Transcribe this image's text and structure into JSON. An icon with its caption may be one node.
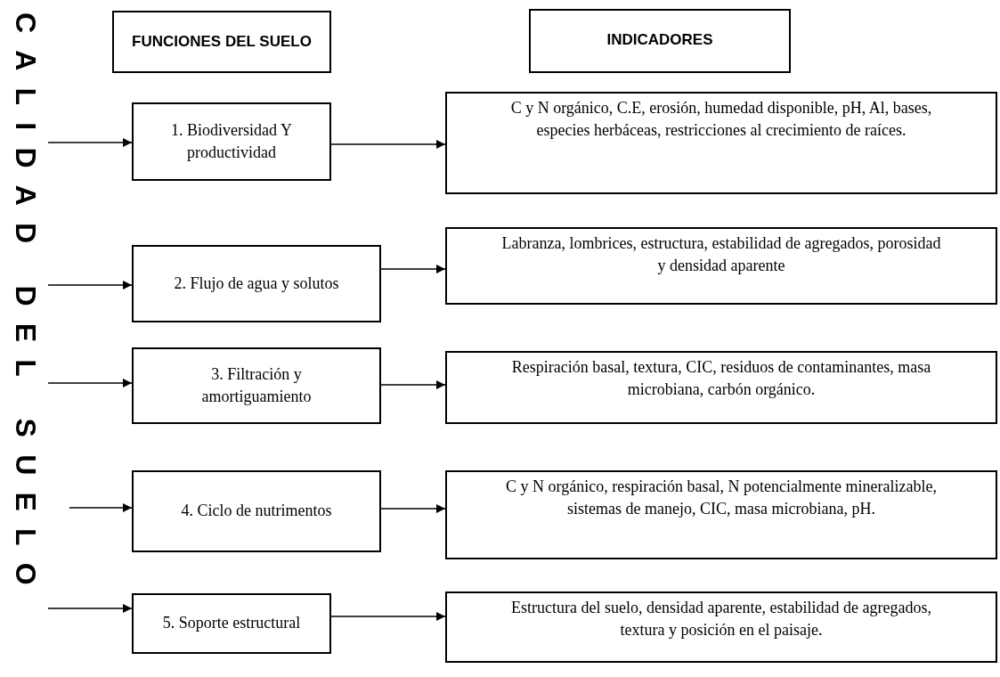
{
  "diagram": {
    "nodes": [
      {
        "text": [
          "CALIDAD DEL SUELO"
        ]
      },
      {
        "text": [
          "FUNCIONES DEL SUELO"
        ]
      },
      {
        "text": [
          "INDICADORES"
        ]
      },
      {
        "text": [
          "1. Biodiversidad Y  productividad"
        ]
      },
      {
        "text": [
          "C y N orgánico, C.E, erosión, humedad disponible, pH, Al, bases, especies herbáceas, restricciones al crecimiento de raíces."
        ]
      },
      {
        "text": [
          "2. Flujo de agua y solutos"
        ]
      },
      {
        "text": [
          "Labranza, lombrices, estructura, estabilidad de agregados, porosidad y densidad aparente"
        ]
      },
      {
        "text": [
          "3. Filtración y amortiguamiento"
        ]
      },
      {
        "text": [
          "Respiración basal, textura, CIC, residuos de contaminantes, masa microbiana, carbón orgánico."
        ]
      },
      {
        "text": [
          "4. Ciclo de nutrimentos"
        ]
      },
      {
        "text": [
          "C y N orgánico, respiración basal, N potencialmente mineralizable, sistemas de manejo, CIC, masa microbiana, pH."
        ]
      },
      {
        "text": [
          "5. Soporte estructural"
        ]
      },
      {
        "text": [
          "Estructura del suelo, densidad aparente, estabilidad de agregados, textura y posición en el paisaje."
        ]
      }
    ],
    "edges": [
      {
        "from": 0,
        "to": 3,
        "arrow": "to"
      },
      {
        "from": 3,
        "to": 4,
        "arrow": "to"
      },
      {
        "from": 0,
        "to": 5,
        "arrow": "to"
      },
      {
        "from": 5,
        "to": 6,
        "arrow": "to"
      },
      {
        "from": 0,
        "to": 7,
        "arrow": "to"
      },
      {
        "from": 7,
        "to": 8,
        "arrow": "to"
      },
      {
        "from": 0,
        "to": 9,
        "arrow": "to"
      },
      {
        "from": 9,
        "to": 10,
        "arrow": "to"
      },
      {
        "from": 0,
        "to": 11,
        "arrow": "to"
      },
      {
        "from": 11,
        "to": 12,
        "arrow": "to"
      }
    ]
  }
}
